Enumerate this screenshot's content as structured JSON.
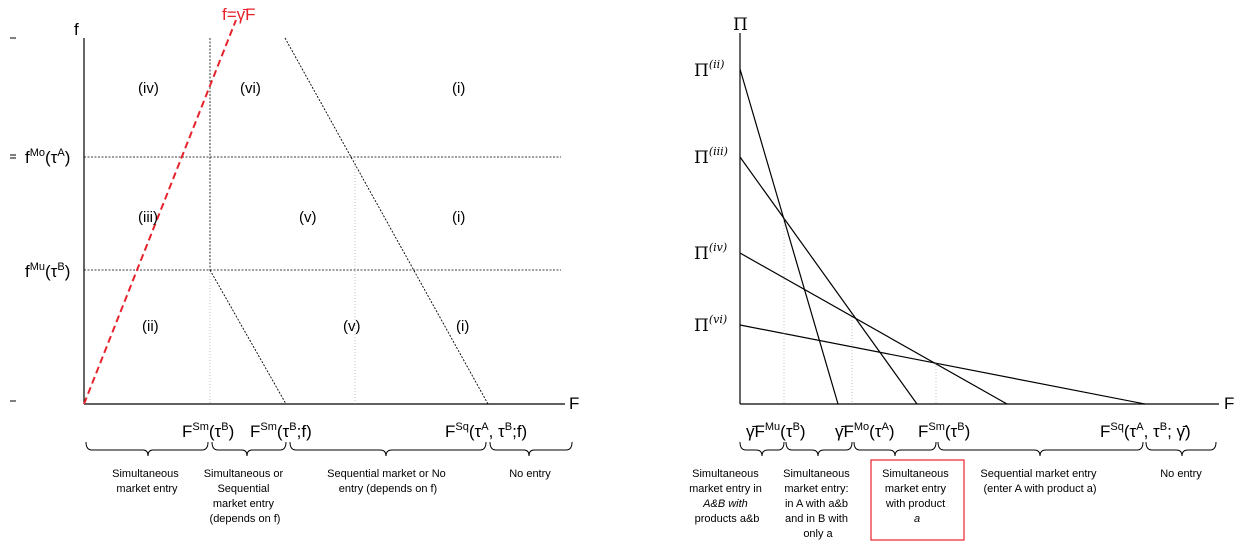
{
  "left_panel": {
    "y_axis_label": "f",
    "x_axis_label": "F",
    "ray_label": "f=γ̄F",
    "regions": [
      {
        "id": "iv-top",
        "text": "(iv)"
      },
      {
        "id": "vi-top",
        "text": "(vi)"
      },
      {
        "id": "i-top",
        "text": "(i)"
      },
      {
        "id": "iii-mid",
        "text": "(iii)"
      },
      {
        "id": "v-mid",
        "text": "(v)"
      },
      {
        "id": "i-mid",
        "text": "(i)"
      },
      {
        "id": "ii-low",
        "text": "(ii)"
      },
      {
        "id": "v-low",
        "text": "(v)"
      },
      {
        "id": "i-low",
        "text": "(i)"
      }
    ],
    "y_ticks": [
      {
        "base": "f",
        "sup": "Mo",
        "arg": "(τ",
        "argsup": "A",
        "close": ")"
      },
      {
        "base": "f",
        "sup": "Mu",
        "arg": "(τ",
        "argsup": "B",
        "close": ")"
      }
    ],
    "x_ticks": [
      {
        "base": "F",
        "sup": "Sm",
        "arg": "(τ",
        "argsup": "B",
        "close": ")"
      },
      {
        "base": "F",
        "sup": "Sm",
        "arg": "(τ",
        "argsup": "B",
        "close": ";f)"
      },
      {
        "base": "F",
        "sup": "Sq",
        "arg": "(τ",
        "argsup": "A",
        "mid": ", τ",
        "midsup": "B",
        "close": ";f)"
      }
    ],
    "segments": [
      [
        "Simultaneous",
        "market entry"
      ],
      [
        "Simultaneous or",
        "Sequential",
        "market entry",
        "(depends on f)"
      ],
      [
        "Sequential market or No",
        "entry (depends on f)"
      ],
      [
        "No entry"
      ]
    ]
  },
  "right_panel": {
    "y_axis_label": "Π",
    "x_axis_label": "F",
    "intercepts": [
      {
        "base": "Π",
        "sup": "(ii)"
      },
      {
        "base": "Π",
        "sup": "(iii)"
      },
      {
        "base": "Π",
        "sup": "(iv)"
      },
      {
        "base": "Π",
        "sup": "(vi)"
      }
    ],
    "x_ticks": [
      {
        "pre": "γ̄",
        "base": "F",
        "sup": "Mu",
        "arg": "(τ",
        "argsup": "B",
        "close": ")"
      },
      {
        "pre": "γ̄",
        "base": "F",
        "sup": "Mo",
        "arg": "(τ",
        "argsup": "A",
        "close": ")"
      },
      {
        "base": "F",
        "sup": "Sm",
        "arg": "(τ",
        "argsup": "B",
        "close": ")"
      },
      {
        "base": "F",
        "sup": "Sq",
        "arg": "(τ",
        "argsup": "A",
        "mid": ", τ",
        "midsup": "B",
        "close": "; γ̄)"
      }
    ],
    "segments": [
      [
        "Simultaneous",
        "market entry in",
        "A&B with",
        "products a&b"
      ],
      [
        "Simultaneous",
        "market entry:",
        "in A with a&b",
        "and in B with",
        "only a"
      ],
      [
        "Simultaneous",
        "market entry",
        "with product",
        "a"
      ],
      [
        "Sequential market entry",
        "(enter A with product a)"
      ],
      [
        "No entry"
      ]
    ],
    "highlight_segment_index": 2,
    "highlight_color": "#e8222b"
  },
  "colors": {
    "ray": "#e8222b",
    "box": "#e8222b",
    "line": "#000000"
  }
}
